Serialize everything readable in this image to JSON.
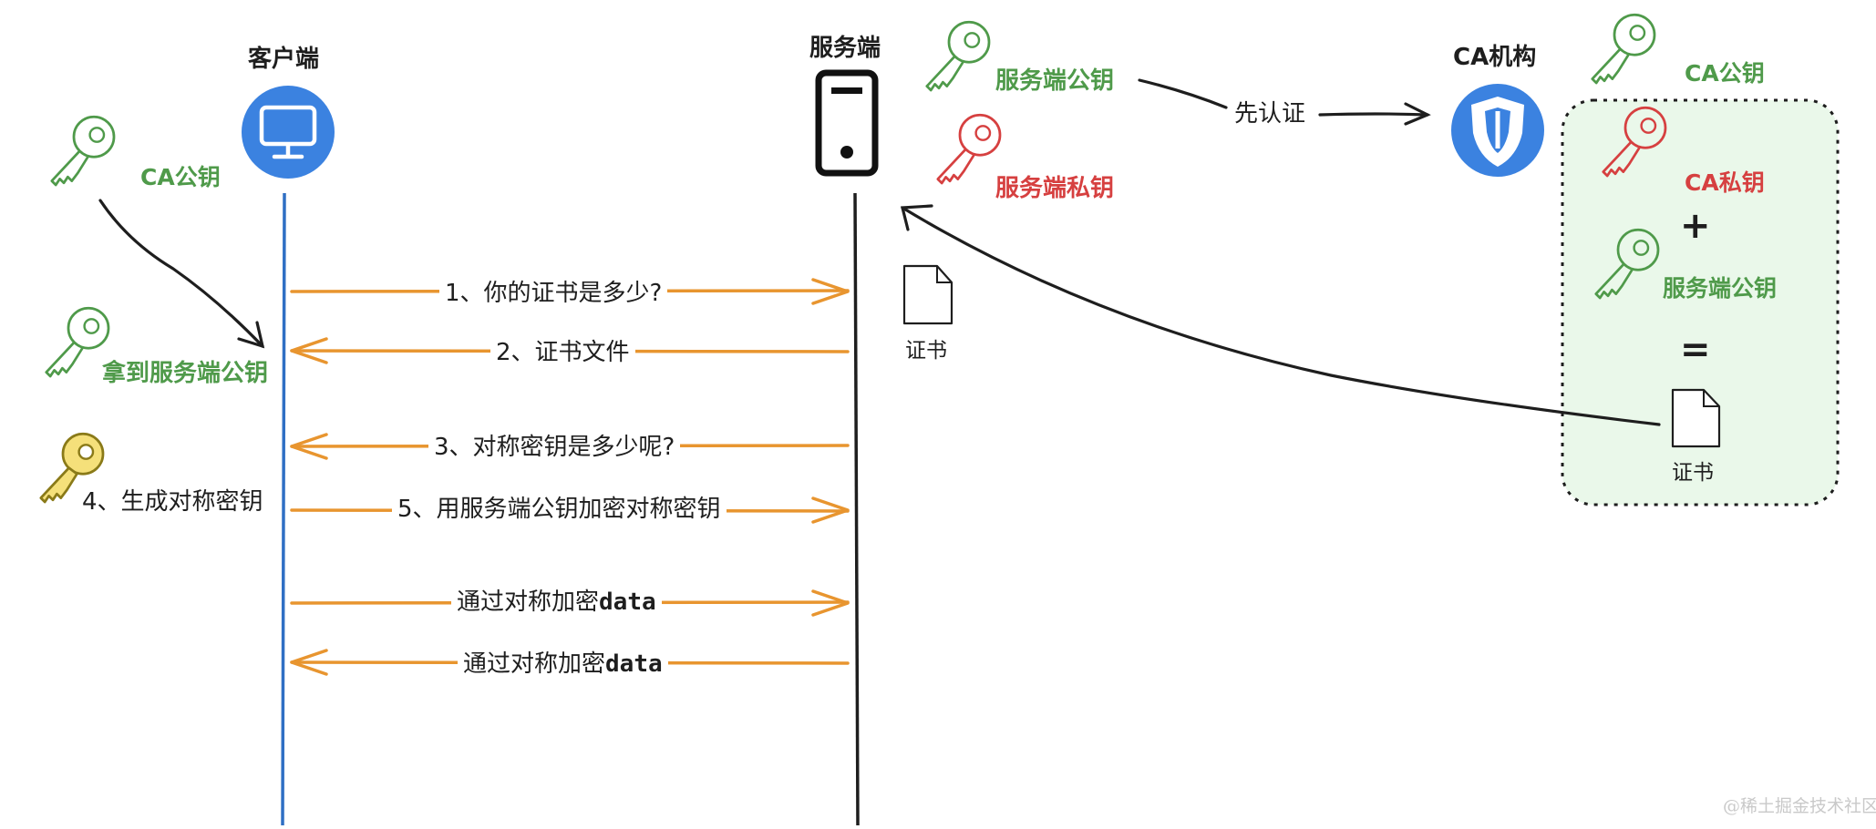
{
  "actors": {
    "client": "客户端",
    "server": "服务端",
    "ca": "CA机构"
  },
  "left_keys": {
    "ca_public": "CA公钥",
    "got_server_public": "拿到服务端公钥",
    "generate_symmetric": "4、生成对称密钥"
  },
  "server_keys": {
    "public": "服务端公钥",
    "private": "服务端私钥",
    "certify": "先认证"
  },
  "ca_panel": {
    "ca_public": "CA公钥",
    "ca_private": "CA私钥",
    "plus": "+",
    "server_public": "服务端公钥",
    "equals": "=",
    "cert": "证书"
  },
  "server_cert": "证书",
  "messages": [
    {
      "text": "1、你的证书是多少?",
      "dir": "right"
    },
    {
      "text": "2、证书文件",
      "dir": "left"
    },
    {
      "text": "3、对称密钥是多少呢?",
      "dir": "left"
    },
    {
      "text": "5、用服务端公钥加密对称密钥",
      "dir": "right"
    },
    {
      "text": "通过对称加密",
      "code": "data",
      "dir": "right"
    },
    {
      "text": "通过对称加密",
      "code": "data",
      "dir": "left"
    }
  ],
  "watermark": "@稀土掘金技术社区",
  "colors": {
    "green": "#4f9a4a",
    "red": "#d64040",
    "yellow": "#f5e07a",
    "orange": "#e8952f",
    "blue": "#2f6fc4",
    "icon_blue": "#3b82e0",
    "panel_bg": "#eaf8ea"
  }
}
